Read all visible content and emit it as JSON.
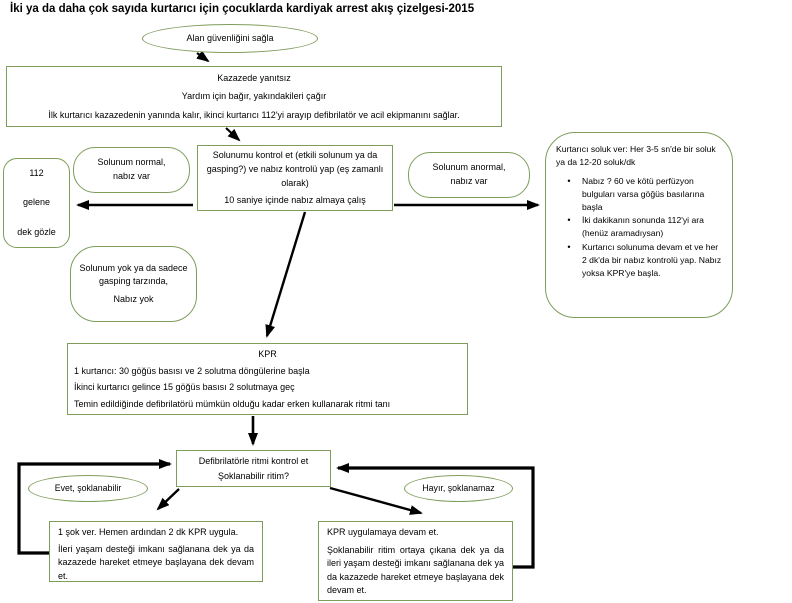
{
  "title": "İki ya da daha çok sayıda kurtarıcı için çocuklarda kardiyak arrest akış çizelgesi-2015",
  "colors": {
    "box_border": "#7e9d5c",
    "connector": "#000000",
    "background": "#ffffff",
    "text": "#000000"
  },
  "nodes": {
    "secure_area": {
      "label": "Alan güvenliğini sağla"
    },
    "victim_unresponsive": {
      "line1": "Kazazede yanıtsız",
      "line2": "Yardım için bağır, yakındakileri çağır",
      "line3": "İlk kurtarıcı kazazedenin yanında kalır, ikinci kurtarıcı 112'yi arayıp defibrilatör ve acil ekipmanını sağlar."
    },
    "observe_until_112": {
      "line1": "112",
      "line2": "gelene",
      "line3": "dek gözle"
    },
    "breathing_normal": {
      "line1": "Solunum normal,",
      "line2": "nabız var"
    },
    "check_breathing": {
      "para1": "Solunumu kontrol et (etkili solunum ya da gasping?) ve nabız kontrolü yap (eş zamanlı olarak)",
      "para2": "10 saniye içinde nabız almaya çalış"
    },
    "breathing_abnormal": {
      "line1": "Solunum anormal,",
      "line2": "nabız var"
    },
    "rescue_breathing": {
      "intro": "Kurtarıcı soluk ver: Her 3-5 sn'de bir soluk ya da 12-20 soluk/dk",
      "bullet_marker": "•",
      "bullets": [
        "Nabız ? 60 ve kötü perfüzyon bulguları varsa göğüs basılarına başla",
        "İki dakikanın sonunda 112'yi ara (henüz aramadıysan)",
        "Kurtarıcı solunuma devam et ve her 2 dk'da bir nabız kontrolü yap. Nabız yoksa KPR'ye başla."
      ]
    },
    "no_breathing": {
      "para1": "Solunum yok ya da sadece gasping tarzında,",
      "para2": "Nabız yok"
    },
    "kpr": {
      "heading": "KPR",
      "line1": "1 kurtarıcı: 30 göğüs basısı ve 2 solutma döngülerine başla",
      "line2": "İkinci kurtarıcı gelince 15 göğüs basısı 2 solutmaya geç",
      "line3": "Temin edildiğinde defibrilatörü mümkün olduğu kadar erken kullanarak ritmi tanı"
    },
    "rhythm_check": {
      "line1": "Defibrilatörle ritmi kontrol et",
      "line2": "Şoklanabilir ritim?"
    },
    "shockable_yes": {
      "label": "Evet, şoklanabilir"
    },
    "shockable_no": {
      "label": "Hayır, şoklanamaz"
    },
    "give_shock": {
      "para1": "1 şok ver. Hemen ardından 2 dk KPR uygula.",
      "para2": "İleri yaşam desteği imkanı sağlanana dek ya da kazazede hareket etmeye başlayana dek devam et."
    },
    "continue_kpr": {
      "para1": "KPR uygulamaya devam et.",
      "para2": "Şoklanabilir ritim ortaya çıkana dek ya da ileri yaşam desteği imkanı sağlanana dek ya da kazazede hareket etmeye başlayana dek devam et."
    }
  }
}
